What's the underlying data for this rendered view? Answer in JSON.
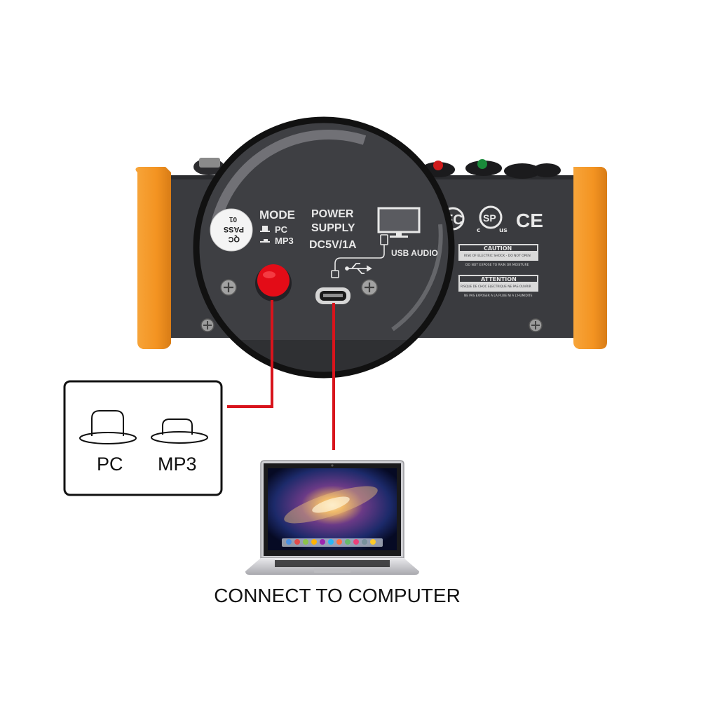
{
  "colors": {
    "accent_line": "#d8141c",
    "device_body": "#3a3b3f",
    "bumper": "#f39321",
    "mode_button": "#e30c17"
  },
  "panel": {
    "qc_sticker": {
      "line1": "QC",
      "line2": "PASS",
      "line3": "01"
    },
    "mode_title": "MODE",
    "mode_pc": "PC",
    "mode_mp3": "MP3",
    "power_line1": "POWER",
    "power_line2": "SUPPLY",
    "power_line3": "DC5V/1A",
    "usb_audio": "USB AUDIO"
  },
  "device": {
    "cert_fc": "FC",
    "cert_sp": "SP",
    "cert_c": "c",
    "cert_us": "us",
    "cert_ce": "CE",
    "caution_title": "CAUTION",
    "caution_line1": "RISK OF ELECTRIC SHOCK - DO NOT OPEN",
    "caution_line2": "DO NOT EXPOSE TO RAIN OR MOISTURE",
    "attention_title": "ATTENTION",
    "attention_line1": "RISQUE DE CHOC ELECTRIQUE NE PAS OUVRIR",
    "attention_line2": "NE PAS EXPOSER A LA PLUIE NI A L'HUMIDITE"
  },
  "mode_box": {
    "pc_label": "PC",
    "mp3_label": "MP3"
  },
  "connect_label": "CONNECT TO COMPUTER"
}
